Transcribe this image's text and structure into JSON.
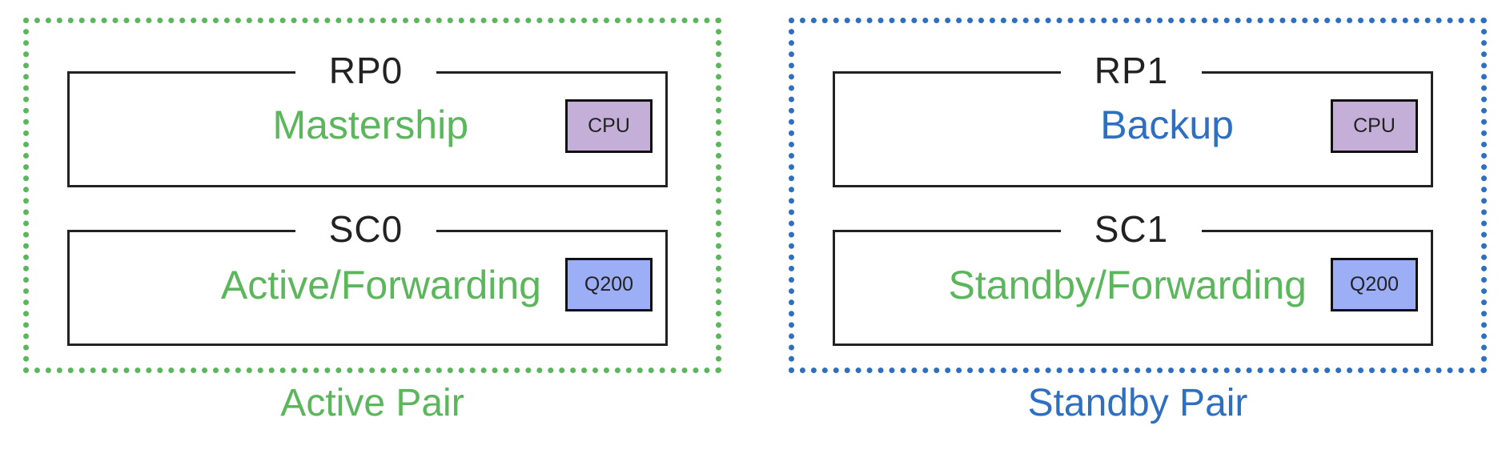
{
  "colors": {
    "active_green": "#5cb65c",
    "standby_blue": "#2f6fc0",
    "cpu_purple": "#c4afd9",
    "asic_blue": "#9caef6",
    "text_dark": "#222222"
  },
  "active_pair": {
    "caption": "Active Pair",
    "rp": {
      "title": "RP0",
      "status": "Mastership",
      "chip": "CPU"
    },
    "sc": {
      "title": "SC0",
      "status": "Active/Forwarding",
      "chip": "Q200"
    }
  },
  "standby_pair": {
    "caption": "Standby Pair",
    "rp": {
      "title": "RP1",
      "status": "Backup",
      "chip": "CPU"
    },
    "sc": {
      "title": "SC1",
      "status": "Standby/Forwarding",
      "chip": "Q200"
    }
  }
}
